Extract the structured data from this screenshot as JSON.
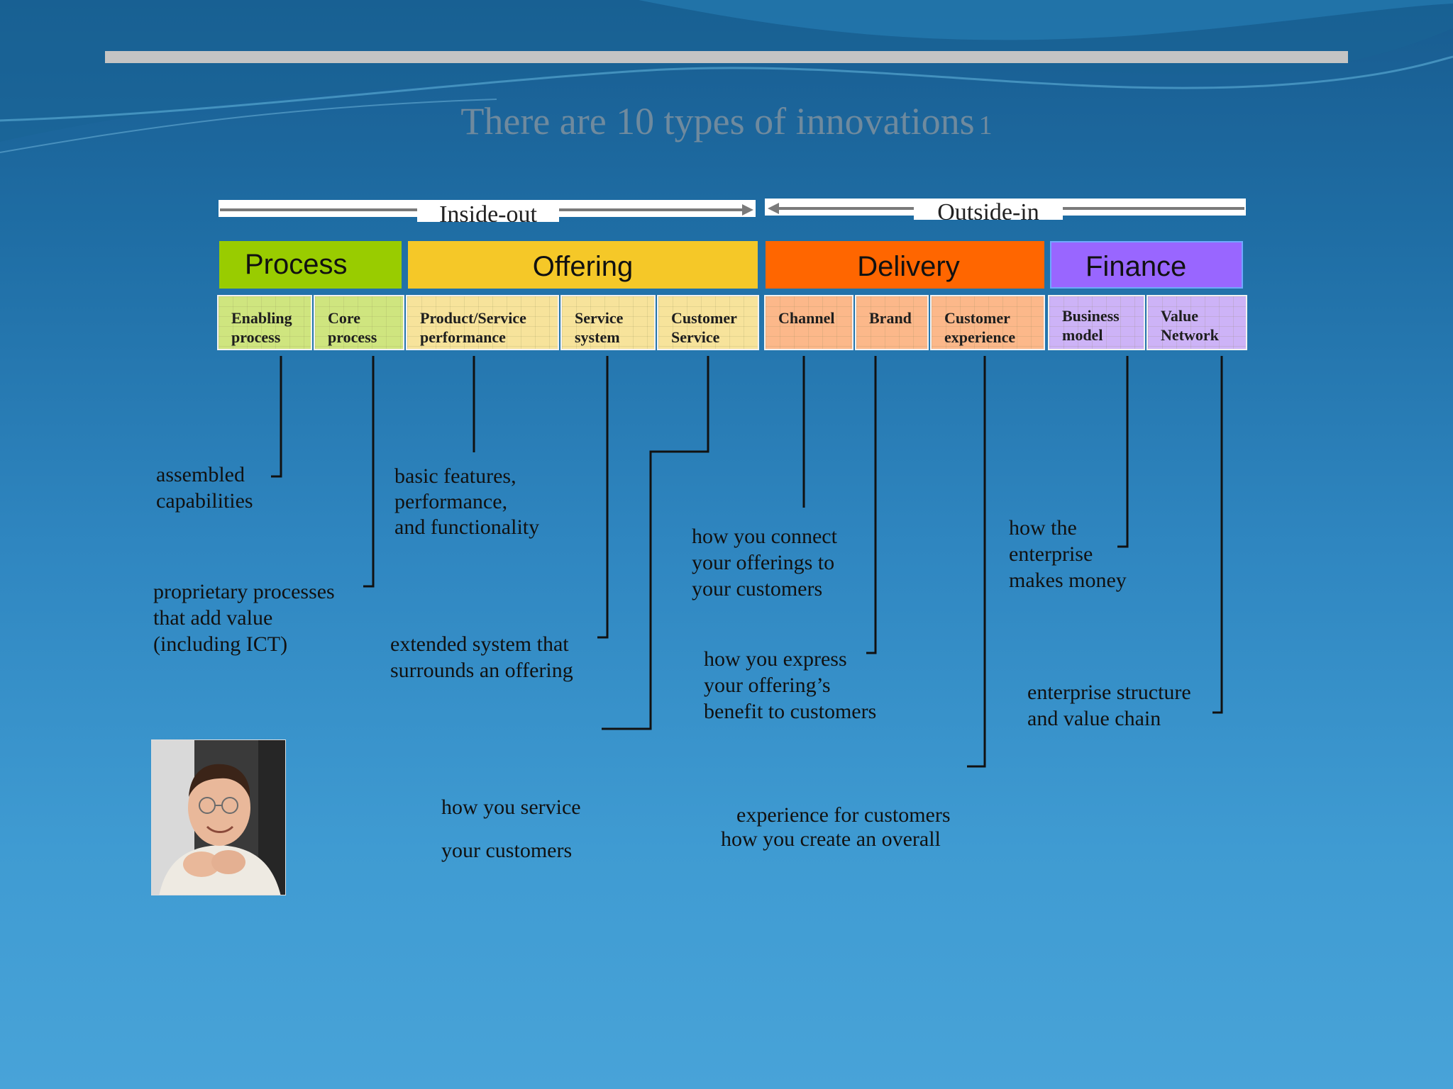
{
  "slide": {
    "title": "There are 10 types of innovations",
    "title_note": "1"
  },
  "directions": {
    "inside_out": "Inside-out",
    "outside_in": "Outside-in"
  },
  "categories": [
    {
      "label": "Process",
      "color": "#99cc00"
    },
    {
      "label": "Offering",
      "color": "#f5c828"
    },
    {
      "label": "Delivery",
      "color": "#ff6600"
    },
    {
      "label": "Finance",
      "color": "#9966ff"
    }
  ],
  "types": [
    {
      "label_1": "Enabling",
      "label_2": "process",
      "description": [
        "assembled",
        "capabilities"
      ]
    },
    {
      "label_1": "Core",
      "label_2": "process",
      "description": [
        "proprietary processes",
        "that add value",
        "(including ICT)"
      ]
    },
    {
      "label_1": "Product/Service",
      "label_2": "performance",
      "description": [
        "basic features,",
        "performance,",
        "and functionality"
      ]
    },
    {
      "label_1": "Service",
      "label_2": "system",
      "description": [
        "extended system that",
        "surrounds an offering"
      ]
    },
    {
      "label_1": "Customer",
      "label_2": "Service",
      "description": [
        "how you service",
        "your customers"
      ]
    },
    {
      "label_1": "Channel",
      "label_2": "",
      "description": [
        "how you connect",
        "your offerings to",
        "your customers"
      ]
    },
    {
      "label_1": "Brand",
      "label_2": "",
      "description": [
        "how you express",
        "your offering’s",
        "benefit to customers"
      ]
    },
    {
      "label_1": "Customer",
      "label_2": "experience",
      "description": [
        "experience for customers",
        "how you create an overall"
      ]
    },
    {
      "label_1": "Business",
      "label_2": "model",
      "description": [
        "how the",
        "enterprise",
        "makes money"
      ]
    },
    {
      "label_1": "Value",
      "label_2": "Network",
      "description": [
        "enterprise structure",
        "and value chain"
      ]
    }
  ],
  "colors": {
    "process": "#99cc00",
    "offering": "#f5c828",
    "delivery": "#ff6600",
    "finance": "#9966ff"
  }
}
